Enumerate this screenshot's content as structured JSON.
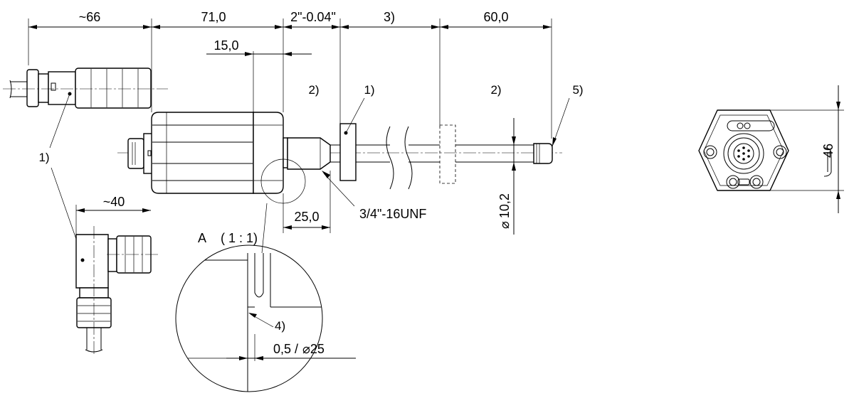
{
  "dimensions": {
    "connector_length": "~66",
    "housing_length": "71,0",
    "thread_length": "2\"-0.04\"",
    "stroke": "3)",
    "null_zone": "60,0",
    "offset": "15,0",
    "angled_connector": "~40",
    "flange_offset": "25,0",
    "thread": "3/4\"-16UNF",
    "rod_diameter": "10,2",
    "wrench_size": "46",
    "seal": "0,5 /",
    "seal_diameter": "25"
  },
  "callouts": {
    "connector_straight": "1)",
    "magnet": "1)",
    "rod_left": "2)",
    "rod_right": "2)",
    "stroke_note": "3)",
    "seal_note": "4)",
    "tip_note": "5)"
  },
  "detail": {
    "label": "A",
    "scale": "( 1 : 1)"
  },
  "symbols": {
    "diameter": "⌀",
    "wrench": "wrench-icon"
  }
}
